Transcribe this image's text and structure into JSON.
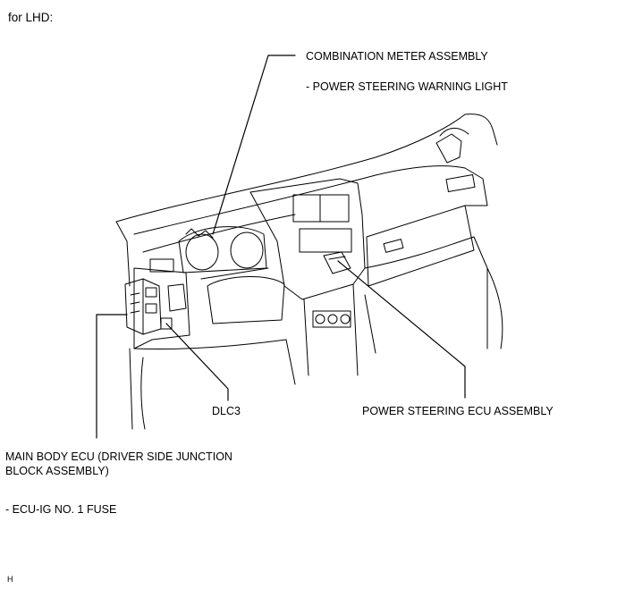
{
  "header": {
    "title": "for LHD:"
  },
  "callouts": {
    "combination_meter": "COMBINATION METER ASSEMBLY",
    "combination_meter_sub": "- POWER STEERING WARNING LIGHT",
    "dlc3": "DLC3",
    "ps_ecu": "POWER STEERING ECU ASSEMBLY",
    "main_body_ecu_line1": "MAIN BODY ECU (DRIVER SIDE JUNCTION",
    "main_body_ecu_line2": "BLOCK ASSEMBLY)",
    "main_body_ecu_sub": "- ECU-IG NO. 1 FUSE"
  },
  "footer": {
    "code": "H"
  }
}
